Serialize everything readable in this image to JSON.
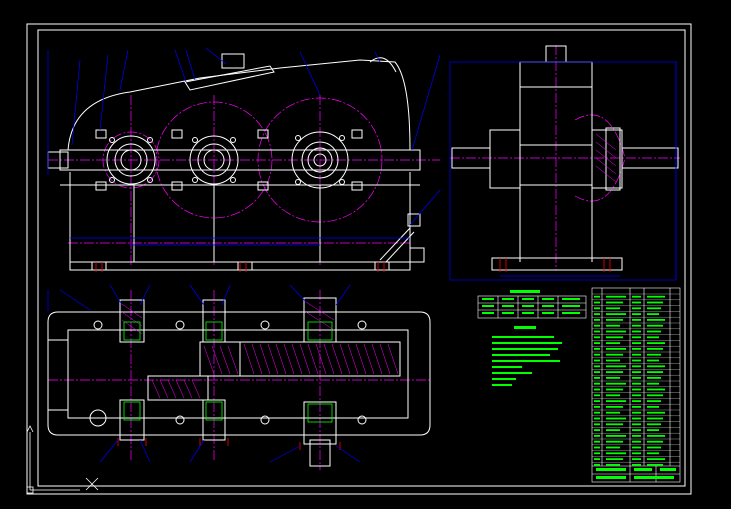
{
  "app": {
    "title": ""
  },
  "colors": {
    "background": "#000000",
    "outline": "#ffffff",
    "dimension": "#0000ff",
    "centerline": "#ff00ff",
    "annotation": "#00ff00",
    "hatch": "#ff00ff",
    "hidden": "#ff0000"
  },
  "sheet": {
    "views": [
      "front-view",
      "side-view",
      "top-section-view"
    ],
    "tables": [
      "parameter-table",
      "technical-requirements",
      "parts-list"
    ]
  },
  "ucs_icon": "ucs-axis-icon",
  "crosshair": "cursor-crosshair-icon"
}
